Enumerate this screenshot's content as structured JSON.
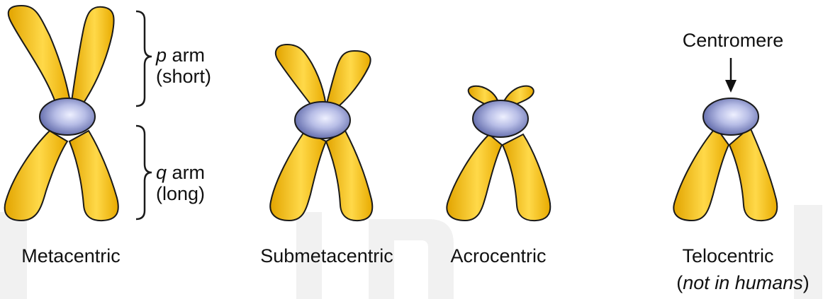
{
  "colors": {
    "chromatid_dark": "#e2a400",
    "chromatid_light": "#ffd949",
    "centromere_dark": "#5a64a6",
    "centromere_light": "#eef0ff",
    "outline": "#1a1a1a",
    "watermark": "#f1f1f1"
  },
  "labels": {
    "p_arm_letter": "p",
    "p_arm_word": "arm",
    "p_arm_sub": "(short)",
    "q_arm_letter": "q",
    "q_arm_word": "arm",
    "q_arm_sub": "(long)",
    "centromere": "Centromere"
  },
  "types": [
    {
      "name": "Metacentric"
    },
    {
      "name": "Submetacentric"
    },
    {
      "name": "Acrocentric"
    },
    {
      "name": "Telocentric"
    }
  ],
  "note": {
    "open": "(",
    "italic": "not in humans",
    "close": ")"
  }
}
